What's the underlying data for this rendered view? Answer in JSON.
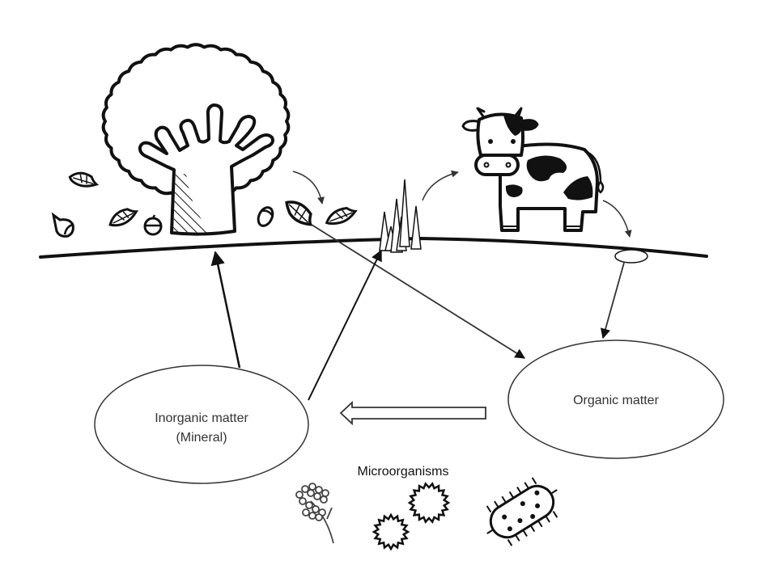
{
  "diagram": {
    "title": "Nutrient cycle: tree, grass, cow, soil, and microorganisms",
    "colors": {
      "ink": "#111111",
      "text": "#333333",
      "background": "#ffffff"
    },
    "nodes": {
      "inorganic": {
        "line1": "Inorganic matter",
        "line2": "(Mineral)"
      },
      "organic": {
        "label": "Organic matter"
      },
      "microorganisms": {
        "label": "Microorganisms"
      }
    },
    "illustrations": [
      "tree-icon",
      "fallen-leaf-icon",
      "acorn-icon",
      "grass-icon",
      "cow-icon",
      "dung-icon",
      "fungus-icon",
      "coccus-icon",
      "bacillus-icon"
    ],
    "flows": [
      {
        "from": "tree leaves",
        "to": "fallen leaves",
        "kind": "curved"
      },
      {
        "from": "grass",
        "to": "cow",
        "kind": "curved"
      },
      {
        "from": "cow",
        "to": "dung",
        "kind": "curved"
      },
      {
        "from": "fallen leaves",
        "to": "Organic matter",
        "kind": "straight"
      },
      {
        "from": "dung",
        "to": "Organic matter",
        "kind": "straight"
      },
      {
        "from": "Organic matter",
        "to": "Inorganic matter (Mineral)",
        "kind": "block-arrow"
      },
      {
        "from": "Inorganic matter (Mineral)",
        "to": "tree",
        "kind": "straight"
      },
      {
        "from": "Inorganic matter (Mineral)",
        "to": "grass",
        "kind": "straight"
      }
    ]
  }
}
